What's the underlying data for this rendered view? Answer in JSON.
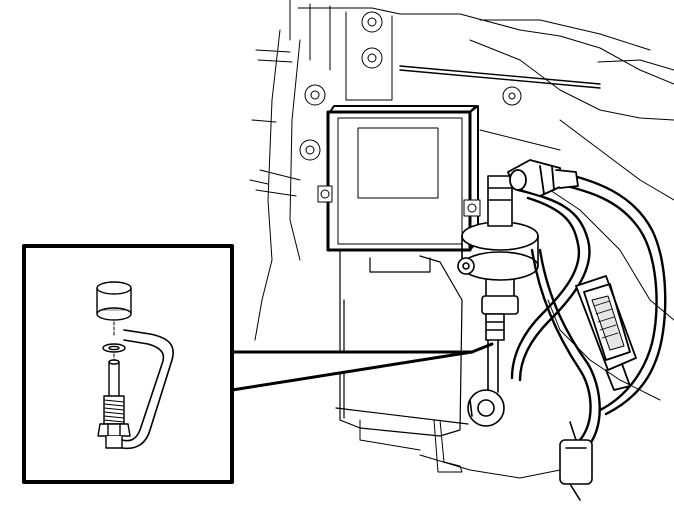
{
  "diagram": {
    "kind": "technical-line-drawing",
    "colors": {
      "ink": "#000000",
      "paper": "#ffffff",
      "shade": "#d8d8d8"
    },
    "components": [
      "engine-bracket",
      "control-module",
      "actuator-pump",
      "hose-loop",
      "electrical-connector-upper",
      "electrical-connector-lower",
      "drain-valve"
    ],
    "inset": {
      "description_shown": false,
      "components": [
        "cap",
        "o-ring",
        "threaded-fitting",
        "tube-loop"
      ]
    }
  }
}
